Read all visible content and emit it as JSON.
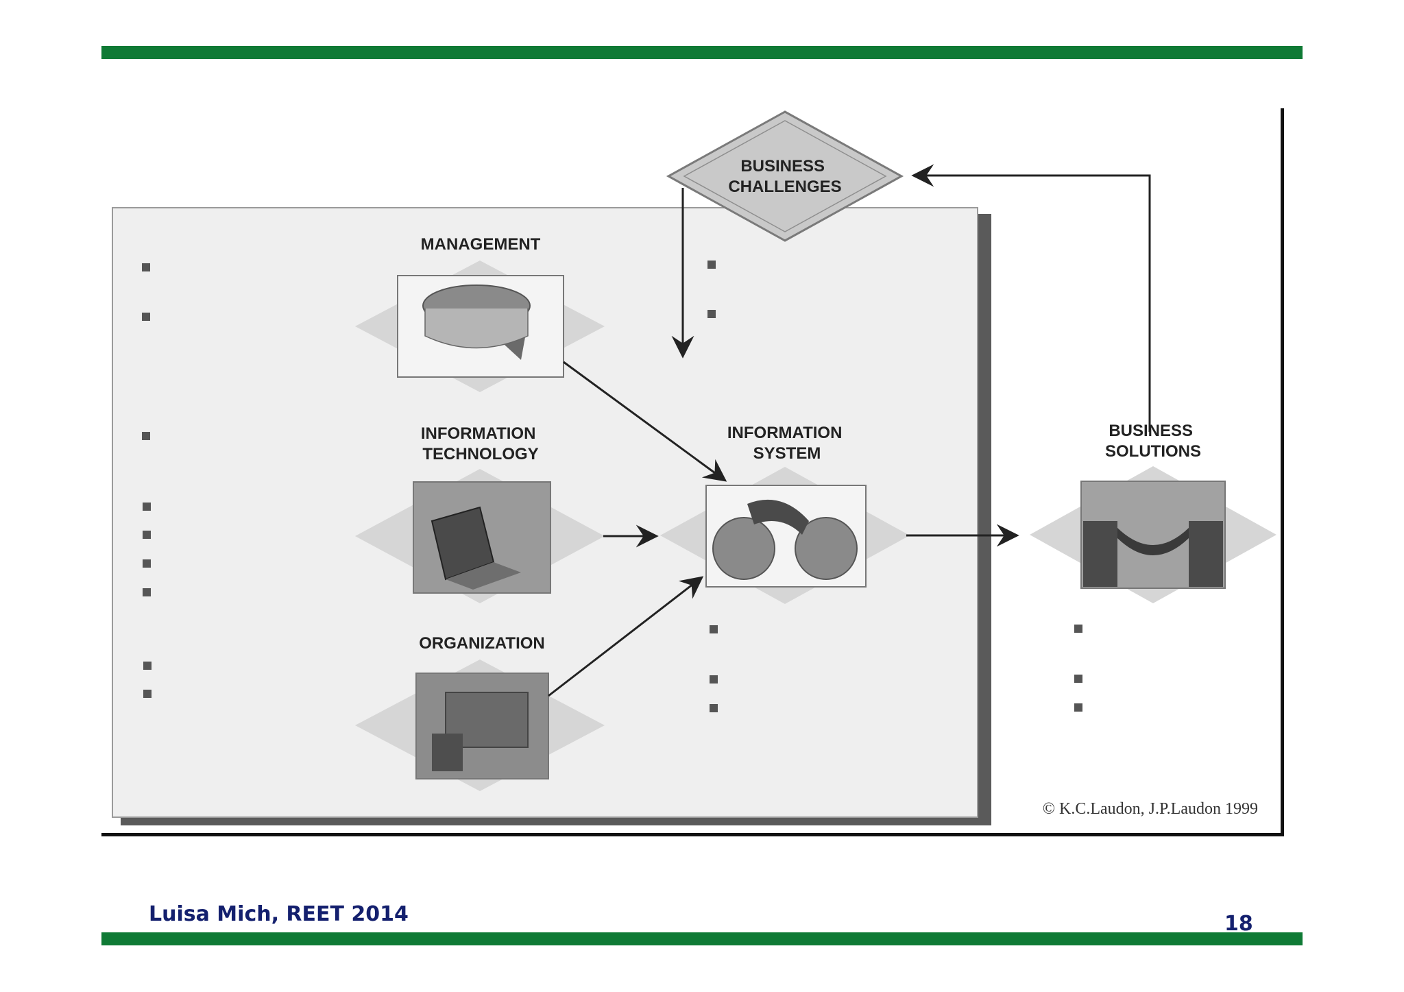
{
  "colors": {
    "accent_green": "#0f7a35",
    "footer_text": "#14206e",
    "panel": "#efefef",
    "panel_shadow": "#5a5a5a",
    "diamond": "#c9c9c9"
  },
  "diagram": {
    "business_challenges": "BUSINESS\nCHALLENGES",
    "management": "MANAGEMENT",
    "information_technology": "INFORMATION\nTECHNOLOGY",
    "organization": "ORGANIZATION",
    "information_system": "INFORMATION\nSYSTEM",
    "business_solutions": "BUSINESS\nSOLUTIONS",
    "copyright": "© K.C.Laudon, J.P.Laudon 1999"
  },
  "footer": {
    "author": "Luisa Mich, REET 2014",
    "page_number": "18"
  }
}
